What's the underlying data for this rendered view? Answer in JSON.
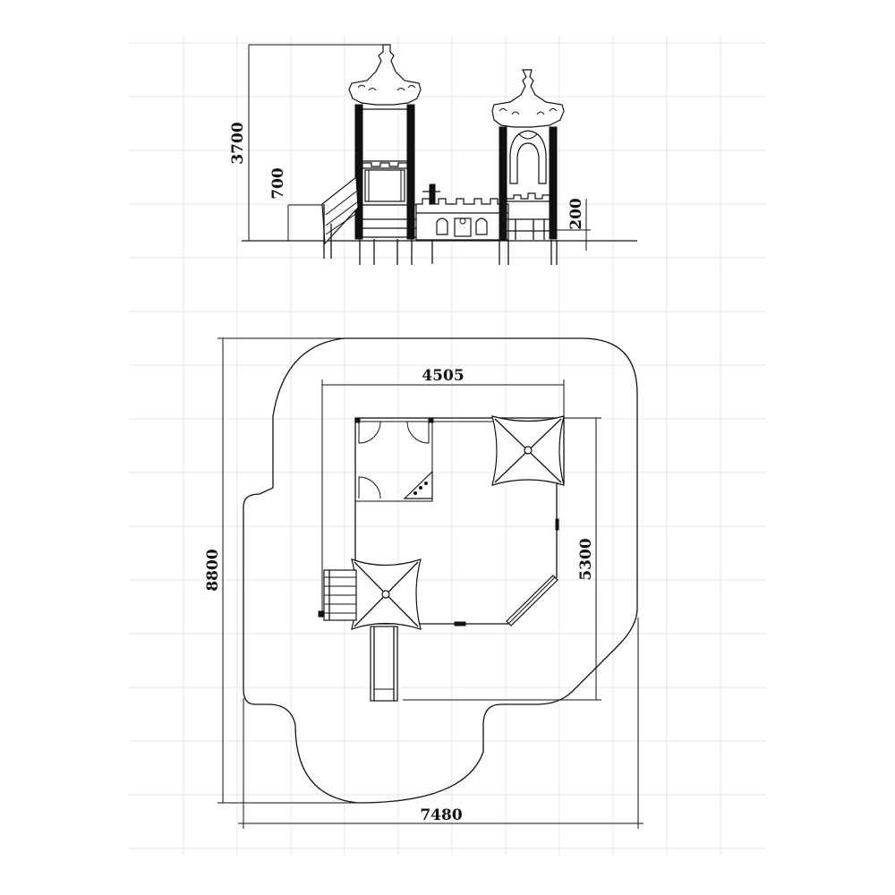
{
  "dimensions": {
    "elevation_height": "3700",
    "platform_height": "700",
    "small_height": "200",
    "plan_inner_width": "4505",
    "plan_inner_depth": "5300",
    "plan_overall_depth": "8800",
    "plan_overall_width": "7480"
  }
}
